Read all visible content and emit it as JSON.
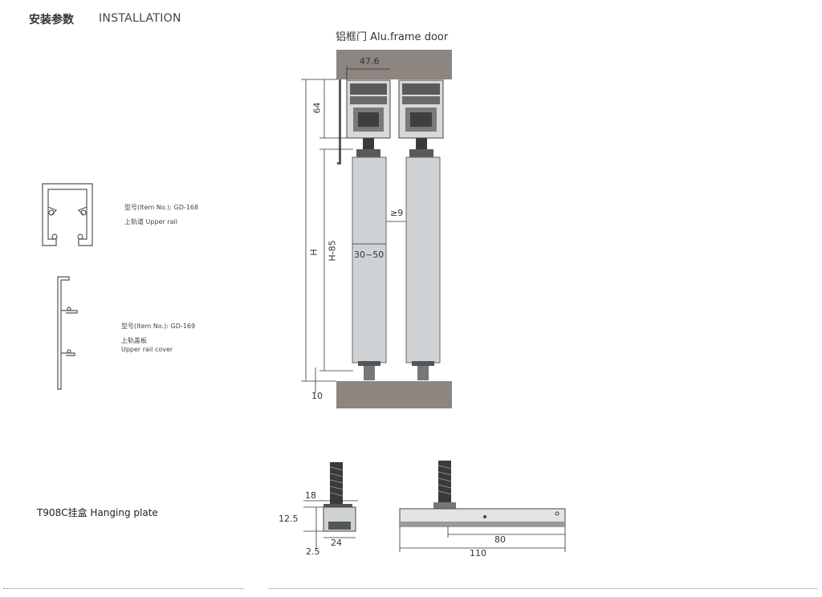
{
  "header": {
    "title_cn": "安装参数",
    "title_en": "INSTALLATION"
  },
  "door_diagram": {
    "title": "铝框门 Alu.frame door",
    "dimensions": {
      "top_width": "47.6",
      "top_height": "64",
      "gap": "≥9",
      "thickness": "30~50",
      "height": "H",
      "door_height": "H-85",
      "bottom_gap": "10"
    }
  },
  "upper_rail": {
    "item_no": "型号(Item No.): GD-168",
    "name": "上轨道 Upper rail"
  },
  "rail_cover": {
    "item_no": "型号(Item No.): GD-169",
    "name_cn": "上轨盖板",
    "name_en": "Upper rail cover"
  },
  "hanging_plate": {
    "label": "T908C挂盒  Hanging plate",
    "dimensions": {
      "width_top": "18",
      "height": "12.5",
      "base": "2.5",
      "width_bottom": "24",
      "inner_length": "80",
      "total_length": "110"
    }
  },
  "colors": {
    "profile_dark": "#5a5a5a",
    "door_fill": "#cfd2d4",
    "floor": "#8c8580",
    "line": "#333333"
  }
}
